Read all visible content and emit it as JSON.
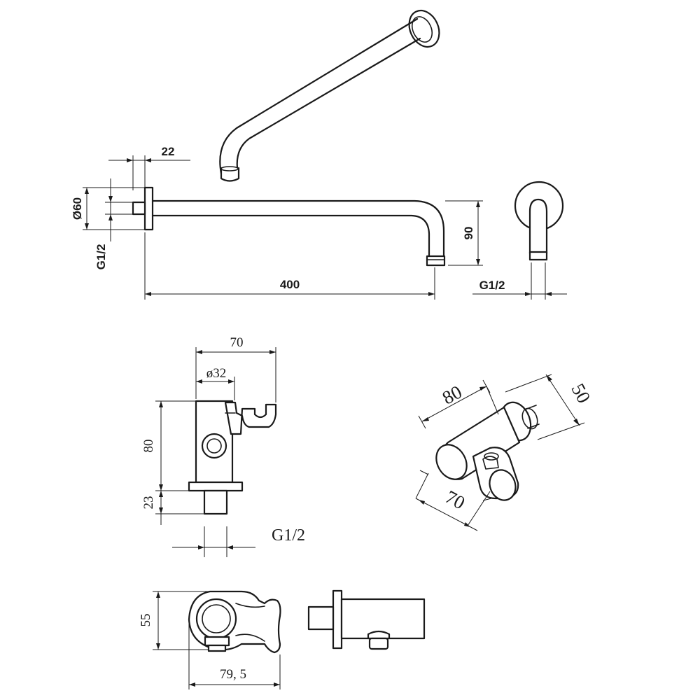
{
  "dimensions": {
    "arm_flange_thickness": "22",
    "arm_flange_diameter": "Ø60",
    "arm_thread": "G1/2",
    "arm_length": "400",
    "arm_drop": "90",
    "arm_side_thread": "G1/2",
    "holder_width": "70",
    "holder_body_diameter": "ø32",
    "holder_height": "80",
    "holder_stub": "23",
    "holder_thread": "G1/2",
    "iso_length": "80",
    "iso_depth": "50",
    "iso_width": "70",
    "top_view_height": "55",
    "top_view_width": "79, 5"
  }
}
